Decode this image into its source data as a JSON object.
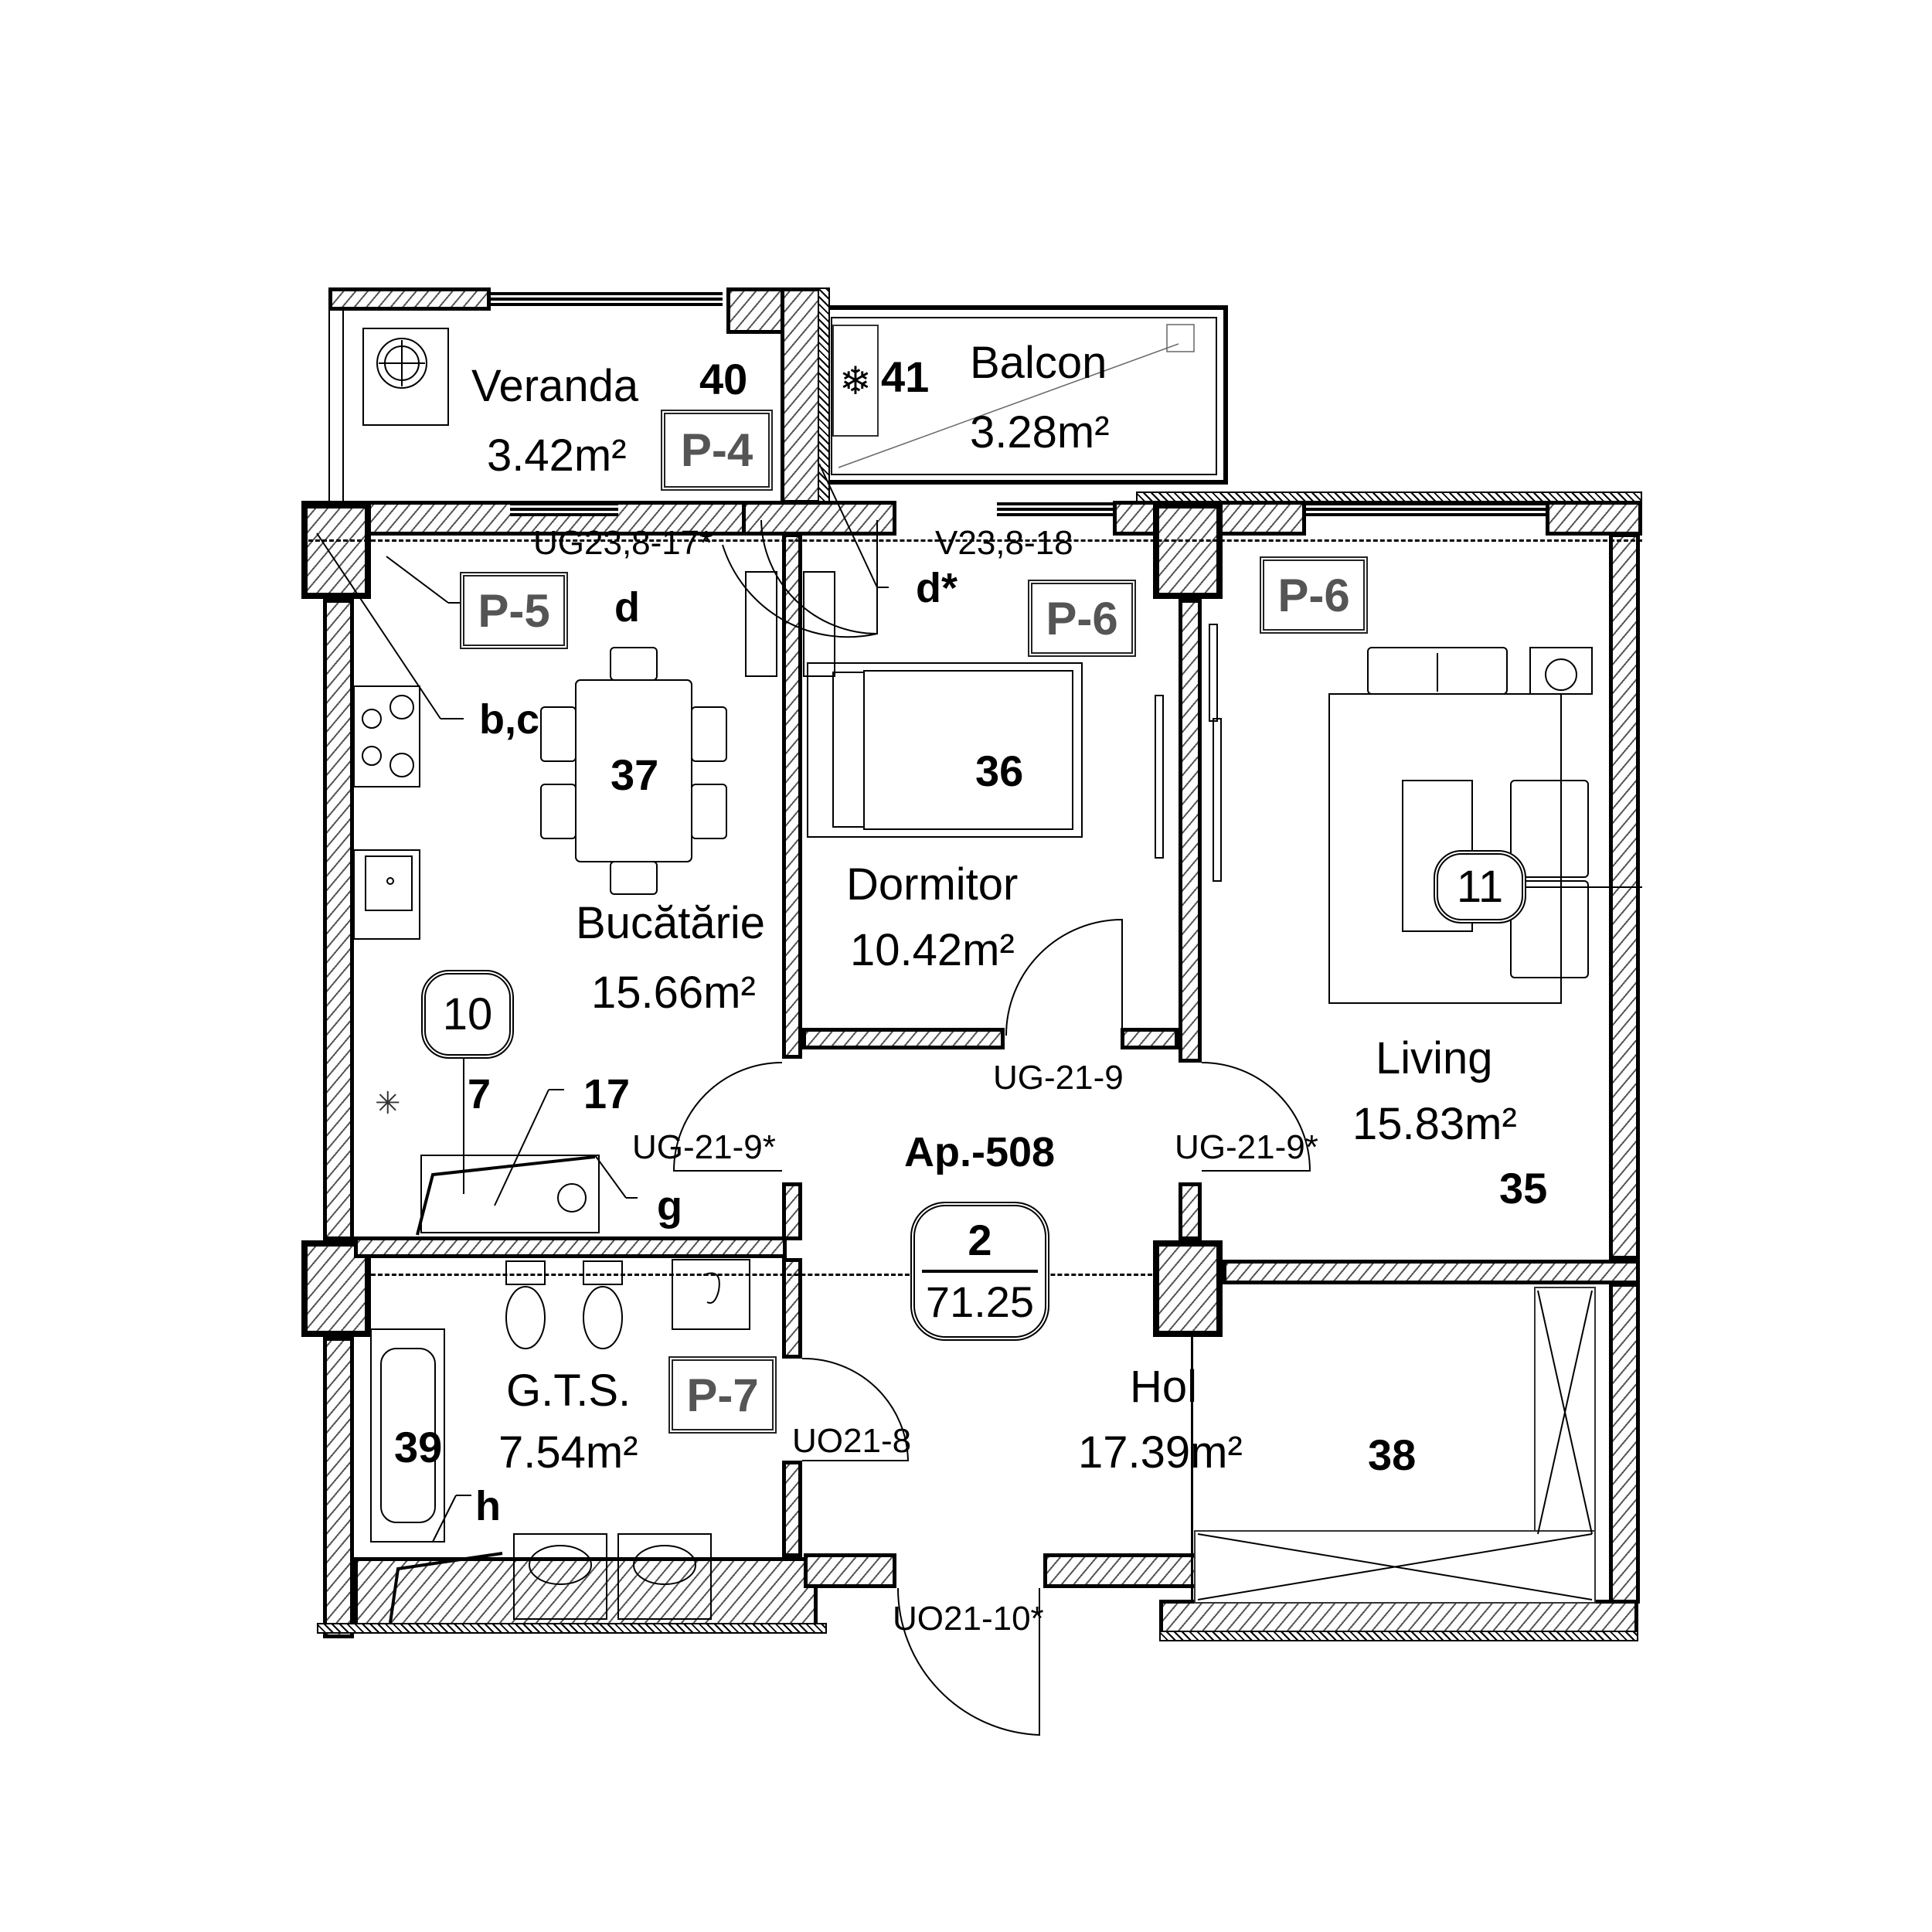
{
  "plan": {
    "apartment_label": "Ap.-508",
    "apartment_rooms": "2",
    "apartment_area": "71.25"
  },
  "rooms": {
    "veranda": {
      "name": "Veranda",
      "area": "3.42m²",
      "number": "40",
      "panel": "P-4"
    },
    "balcon": {
      "name": "Balcon",
      "area": "3.28m²",
      "number": "41"
    },
    "bucatarie": {
      "name": "Bucătărie",
      "area": "15.66m²",
      "number": "37",
      "panel": "P-5"
    },
    "dormitor": {
      "name": "Dormitor",
      "area": "10.42m²",
      "number": "36",
      "panel": "P-6"
    },
    "living": {
      "name": "Living",
      "area": "15.83m²",
      "number": "35",
      "panel": "P-6"
    },
    "gts": {
      "name": "G.T.S.",
      "area": "7.54m²",
      "number": "39",
      "panel": "P-7"
    },
    "hol": {
      "name": "Hol",
      "area": "17.39m²",
      "number": "38"
    }
  },
  "door_codes": {
    "kitchen_window": "UG23,8-17*",
    "bedroom_window": "V23,8-18",
    "bedroom_door": "UG-21-9",
    "kitchen_door": "UG-21-9*",
    "living_door": "UG-21-9*",
    "bath_door": "UO21-8",
    "entrance_door": "UO21-10*"
  },
  "callouts": {
    "kitchen_bubble": "10",
    "living_bubble": "11",
    "tag_d": "d",
    "tag_d_star": "d*",
    "tag_bc": "b,c",
    "tag_7": "7",
    "tag_17": "17",
    "tag_g": "g",
    "tag_h": "h"
  },
  "icons": {
    "ac_unit": "❄",
    "vent": "✳"
  }
}
